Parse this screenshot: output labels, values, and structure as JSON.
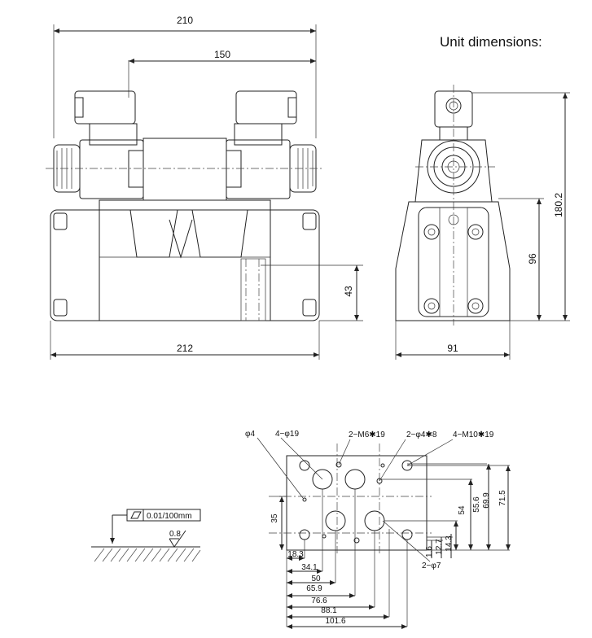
{
  "title": "Unit dimensions:",
  "front_view": {
    "width_top": "210",
    "width_solenoid_span": "150",
    "width_bottom": "212",
    "height_center": "43"
  },
  "side_view": {
    "height_total": "180.2",
    "height_body": "96",
    "width": "91"
  },
  "flatness": {
    "tolerance": "0.01/100mm",
    "roughness": "0.8"
  },
  "port_pattern": {
    "callouts": [
      "φ4",
      "4−φ19",
      "2−M6✱19",
      "2−φ4✱8",
      "4−M10✱19",
      "2−φ7"
    ],
    "vertical_dims": [
      "35",
      "54",
      "55.6",
      "69.9",
      "71.5"
    ],
    "small_vertical_dims": [
      "1.6",
      "12.7",
      "14.3"
    ],
    "horizontal_dims": [
      "18.3",
      "34.1",
      "50",
      "65.9",
      "76.6",
      "88.1",
      "101.6"
    ]
  }
}
